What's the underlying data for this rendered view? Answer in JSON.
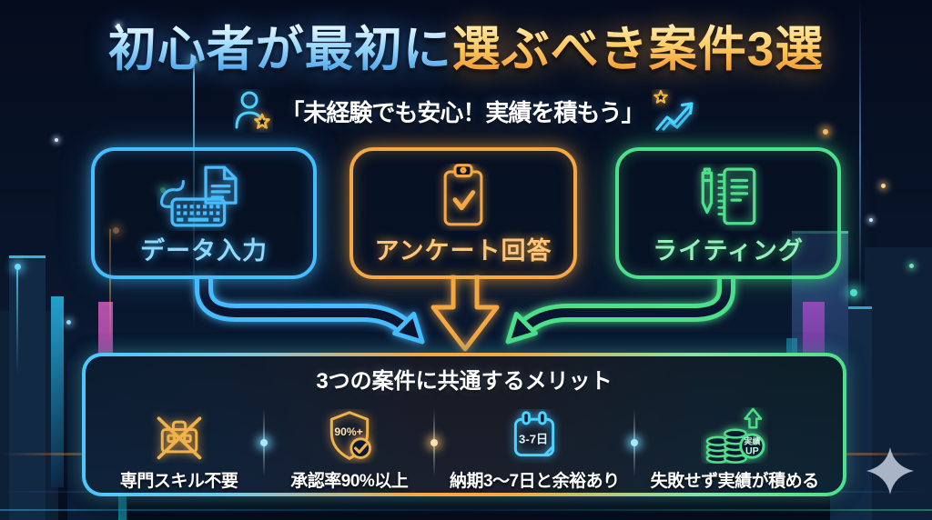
{
  "title": {
    "highlight_blue": "初心者が最初に",
    "highlight_gold": "選ぶべき案件3選"
  },
  "subtitle": {
    "text": "「未経験でも安心！実績を積もう」"
  },
  "cards": [
    {
      "label": "データ入力",
      "icon": "keyboard-document-icon",
      "color": "#46bdff"
    },
    {
      "label": "アンケート回答",
      "icon": "clipboard-check-icon",
      "color": "#f5a843"
    },
    {
      "label": "ライティング",
      "icon": "pen-notebook-icon",
      "color": "#4ce08a"
    }
  ],
  "merits": {
    "header": "3つの案件に共通するメリット",
    "items": [
      {
        "label": "専門スキル不要",
        "icon": "toolbox-x-icon",
        "color": "#f0b24a"
      },
      {
        "label": "承認率90%以上",
        "icon": "shield-90-icon",
        "color": "#f0b24a",
        "badge": "90%+"
      },
      {
        "label": "納期3〜7日と余裕あり",
        "icon": "calendar-icon",
        "color": "#49d4ff",
        "badge": "3-7日"
      },
      {
        "label": "失敗せず実績が積める",
        "icon": "coins-up-icon",
        "color": "#4ce08a",
        "badge_top": "実績",
        "badge_bottom": "UP"
      }
    ]
  },
  "colors": {
    "neon_blue": "#46bdff",
    "neon_orange": "#f5a843",
    "neon_green": "#4ce08a",
    "title_blue": "#a8e0ff",
    "title_gold": "#ffcb61",
    "text_white": "#ffffff",
    "background": "#081428"
  }
}
